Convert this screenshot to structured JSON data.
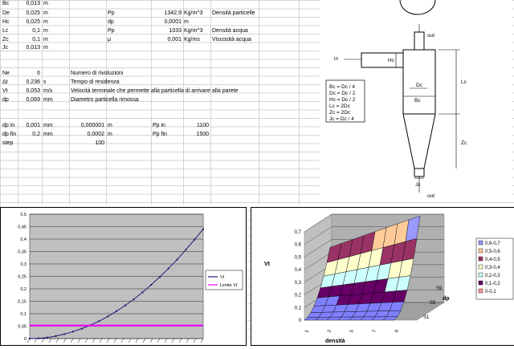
{
  "rows": [
    {
      "label": "Bc",
      "value": "0,013",
      "unit": "m"
    },
    {
      "label": "De",
      "value": "0,025",
      "unit": "m"
    },
    {
      "label": "Hc",
      "value": "0,025",
      "unit": "m"
    },
    {
      "label": "Lc",
      "value": "0,1",
      "unit": "m"
    },
    {
      "label": "Zc",
      "value": "0,1",
      "unit": "m"
    },
    {
      "label": "Jc",
      "value": "0,013",
      "unit": "m"
    }
  ],
  "props": [
    {
      "symbol": "Pp",
      "value": "1342,9",
      "unit": "Kg/m^3",
      "desc": "Densità particelle"
    },
    {
      "symbol": "dp",
      "value": "0,0001",
      "unit": "m",
      "desc": ""
    },
    {
      "symbol": "Pp",
      "value": "1033",
      "unit": "Kg/m^3",
      "desc": "Densità acqua"
    },
    {
      "symbol": "μ",
      "value": "0,001",
      "unit": "Kg/ms",
      "desc": "Viscosità acqua"
    }
  ],
  "results": [
    {
      "label": "Ne",
      "value": "6",
      "unit": "",
      "desc": "Numero di rivoluzioni"
    },
    {
      "label": "Δt",
      "value": "0,236",
      "unit": "s",
      "desc": "Tempo di residenza"
    },
    {
      "label": "Vt",
      "value": "0,053",
      "unit": "m/s",
      "desc": "Velocità terminale che permette alla particella di arrivare alla parete"
    },
    {
      "label": "dp",
      "value": "0,069",
      "unit": "mm",
      "desc": "Diametro particella rimossa"
    }
  ],
  "ranges": [
    {
      "label": "dp in",
      "value": "0,001",
      "unit": "mm",
      "value2": "0,000001",
      "unit2": "m",
      "label3": "Pp in",
      "value3": "1100"
    },
    {
      "label": "dp fin",
      "value": "0,2",
      "unit": "mm",
      "value2": "0,0002",
      "unit2": "m",
      "label3": "Pp fin",
      "value3": "1500"
    },
    {
      "label": "step",
      "value": "",
      "unit": "",
      "value2": "100",
      "unit2": "",
      "label3": "",
      "value3": ""
    }
  ],
  "diagram": {
    "in_label": "in",
    "out_top": "out",
    "out_bottom": "out",
    "hc": "Hc",
    "de": "Dc",
    "bc": "Bc",
    "lc": "Lc",
    "zc": "Zc",
    "jc": "Jc",
    "formulas": [
      "Bc = Dc / 4",
      "Dc = Dc / 2",
      "Hc = Dc / 2",
      "Lc = 2Dc",
      "Zc = 2Dc",
      "Jc = Dc / 4"
    ]
  },
  "chart_data": [
    {
      "type": "line",
      "title": "",
      "xlabel": "",
      "ylabel": "",
      "ylim": [
        0,
        0.5
      ],
      "yticks": [
        "0",
        "0,05",
        "0,1",
        "0,15",
        "0,2",
        "0,25",
        "0,3",
        "0,35",
        "0,4",
        "0,45",
        "0,5"
      ],
      "series": [
        {
          "name": "Vt",
          "color": "#1c1c7a",
          "x": [
            0,
            0.05,
            0.1,
            0.15,
            0.2,
            0.25,
            0.3,
            0.35,
            0.4,
            0.45,
            0.5,
            0.55,
            0.6,
            0.65,
            0.7,
            0.75,
            0.8,
            0.85,
            0.9,
            0.95,
            1.0
          ],
          "values": [
            0,
            0.001,
            0.004,
            0.01,
            0.018,
            0.028,
            0.04,
            0.054,
            0.07,
            0.089,
            0.11,
            0.133,
            0.158,
            0.186,
            0.216,
            0.248,
            0.282,
            0.318,
            0.357,
            0.398,
            0.44
          ]
        },
        {
          "name": "Limite Vt",
          "color": "#ff00ff",
          "x": [
            0,
            1
          ],
          "values": [
            0.053,
            0.053
          ]
        }
      ],
      "legend_position": "right"
    },
    {
      "type": "surface",
      "ylabel": "Vt",
      "xlabel": "densità",
      "zlabel": "dp",
      "yticks": [
        "0",
        "0,1",
        "0,2",
        "0,3",
        "0,4",
        "0,5",
        "0,6",
        "0,7"
      ],
      "xticks": [
        "1",
        "3",
        "5",
        "7",
        "9"
      ],
      "series_ticks": [
        "S1",
        "S5",
        "S9"
      ],
      "legend": [
        {
          "label": "0,6-0,7",
          "color": "#9999ff"
        },
        {
          "label": "0,5-0,6",
          "color": "#ffcc99"
        },
        {
          "label": "0,4-0,5",
          "color": "#993366"
        },
        {
          "label": "0,3-0,4",
          "color": "#ffffcc"
        },
        {
          "label": "0,2-0,3",
          "color": "#ccffff"
        },
        {
          "label": "0,1-0,2",
          "color": "#660066"
        },
        {
          "label": "0-0,1",
          "color": "#ff9999"
        }
      ]
    }
  ]
}
